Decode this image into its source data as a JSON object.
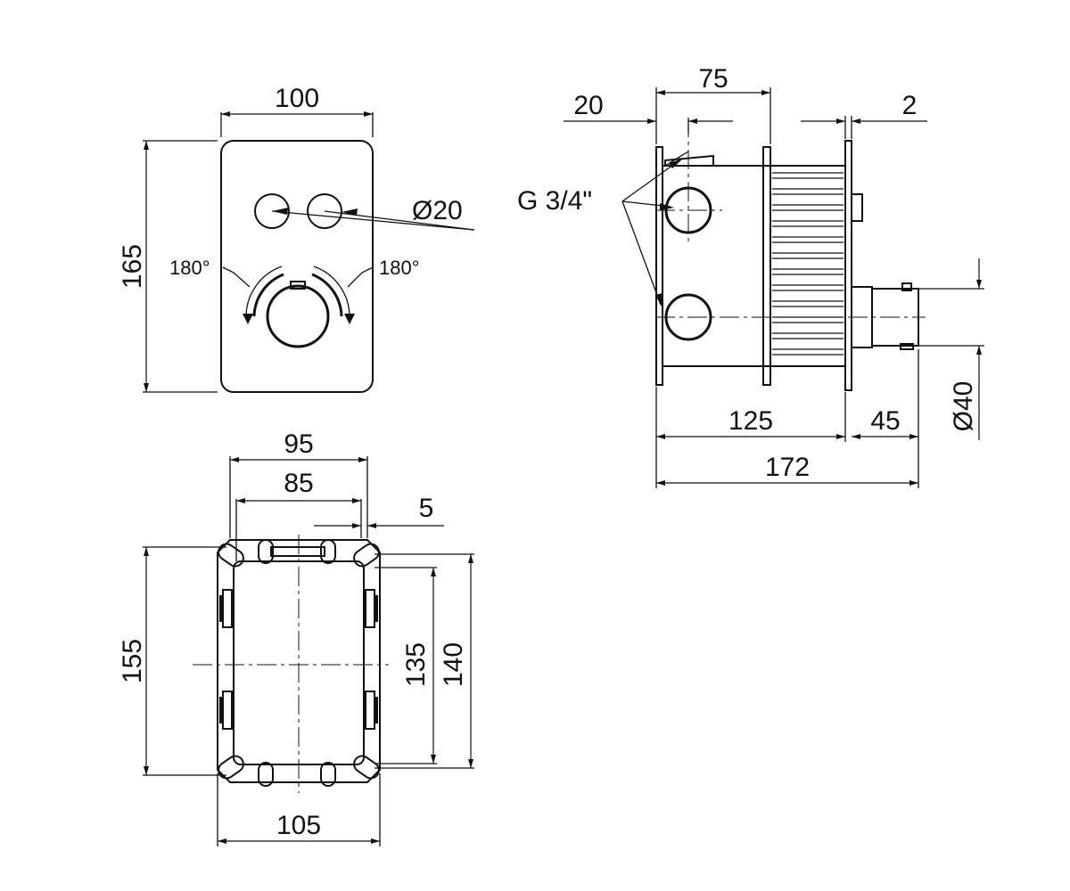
{
  "front_view": {
    "width": "100",
    "height": "165",
    "button_diameter": "Ø20",
    "rotation_left": "180°",
    "rotation_right": "180°"
  },
  "side_view": {
    "top_width": "75",
    "offset_left": "20",
    "plate_thickness": "2",
    "connection_label": "G 3/4\"",
    "depth_body": "125",
    "depth_trim": "45",
    "depth_total": "172",
    "trim_diameter": "Ø40"
  },
  "box_view": {
    "outer_width": "95",
    "inner_width": "85",
    "edge": "5",
    "bottom_width": "105",
    "height_outer": "155",
    "height_inner": "135",
    "height_mid": "140"
  }
}
